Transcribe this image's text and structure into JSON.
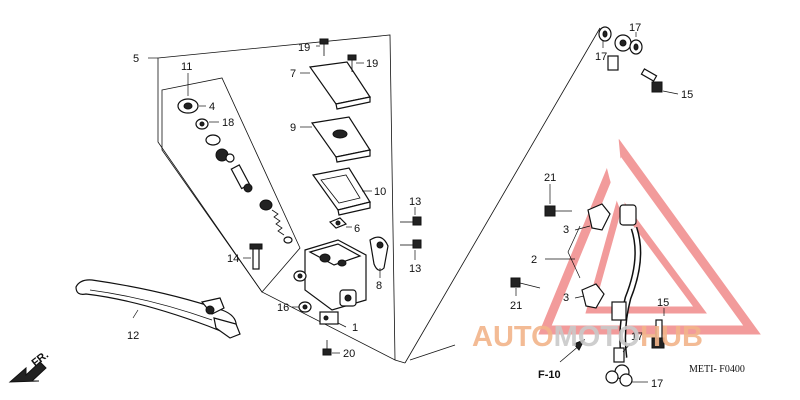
{
  "diagram": {
    "callouts": {
      "c1": "1",
      "c2": "2",
      "c3a": "3",
      "c3b": "3",
      "c4": "4",
      "c5": "5",
      "c6": "6",
      "c7": "7",
      "c8": "8",
      "c9": "9",
      "c10": "10",
      "c11": "11",
      "c12": "12",
      "c13a": "13",
      "c13b": "13",
      "c14": "14",
      "c15a": "15",
      "c15b": "15",
      "c16": "16",
      "c17a": "17",
      "c17b": "17",
      "c17c": "17",
      "c17d": "17",
      "c18": "18",
      "c19a": "19",
      "c19b": "19",
      "c20": "20",
      "c21a": "21",
      "c21b": "21"
    },
    "direction_label": "FR.",
    "reference_label": "F-10",
    "diagram_code": "METI- F0400"
  },
  "watermark": {
    "text_auto": "AUTO",
    "text_moto": "MOTO",
    "text_hub": "HUB",
    "color_primary": "#f2b48a",
    "color_secondary": "#c9c9c9",
    "color_triangle": "#f08a8a"
  }
}
